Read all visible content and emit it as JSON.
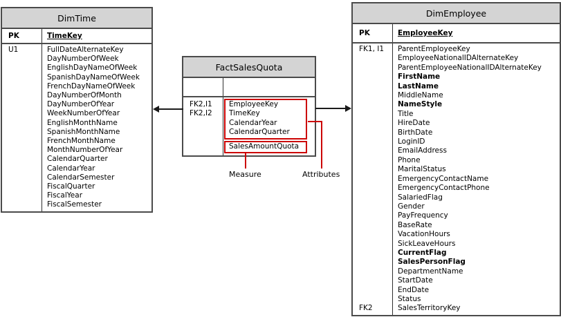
{
  "colors": {
    "accent_red": "#cc0000",
    "header_fill": "#d4d4d4",
    "table_border": "#4a4a4a",
    "arrow_black": "#1a1a1a"
  },
  "callouts": {
    "measure": "Measure",
    "attributes": "Attributes"
  },
  "tables": {
    "dim_time": {
      "title": "DimTime",
      "pk": {
        "tag": "PK",
        "column": "TimeKey"
      },
      "columns": [
        {
          "tag": "U1",
          "name": "FullDateAlternateKey"
        },
        {
          "tag": "",
          "name": "DayNumberOfWeek"
        },
        {
          "tag": "",
          "name": "EnglishDayNameOfWeek"
        },
        {
          "tag": "",
          "name": "SpanishDayNameOfWeek"
        },
        {
          "tag": "",
          "name": "FrenchDayNameOfWeek"
        },
        {
          "tag": "",
          "name": "DayNumberOfMonth"
        },
        {
          "tag": "",
          "name": "DayNumberOfYear"
        },
        {
          "tag": "",
          "name": "WeekNumberOfYear"
        },
        {
          "tag": "",
          "name": "EnglishMonthName"
        },
        {
          "tag": "",
          "name": "SpanishMonthName"
        },
        {
          "tag": "",
          "name": "FrenchMonthName"
        },
        {
          "tag": "",
          "name": "MonthNumberOfYear"
        },
        {
          "tag": "",
          "name": "CalendarQuarter"
        },
        {
          "tag": "",
          "name": "CalendarYear"
        },
        {
          "tag": "",
          "name": "CalendarSemester"
        },
        {
          "tag": "",
          "name": "FiscalQuarter"
        },
        {
          "tag": "",
          "name": "FiscalYear"
        },
        {
          "tag": "",
          "name": "FiscalSemester"
        }
      ]
    },
    "fact_sales_quota": {
      "title": "FactSalesQuota",
      "pk": {
        "tag": "",
        "column": ""
      },
      "attribute_columns": [
        {
          "tag": "FK2,I1",
          "name": "EmployeeKey"
        },
        {
          "tag": "FK2,I2",
          "name": "TimeKey"
        },
        {
          "tag": "",
          "name": "CalendarYear"
        },
        {
          "tag": "",
          "name": "CalendarQuarter"
        }
      ],
      "measure_columns": [
        {
          "tag": "",
          "name": "SalesAmountQuota"
        }
      ]
    },
    "dim_employee": {
      "title": "DimEmployee",
      "pk": {
        "tag": "PK",
        "column": "EmployeeKey"
      },
      "columns": [
        {
          "tag": "FK1, I1",
          "name": "ParentEmployeeKey"
        },
        {
          "tag": "",
          "name": "EmployeeNationalIDAlternateKey"
        },
        {
          "tag": "",
          "name": "ParentEmployeeNationalIDAlternateKey"
        },
        {
          "tag": "",
          "name": "FirstName",
          "bold": true
        },
        {
          "tag": "",
          "name": "LastName",
          "bold": true
        },
        {
          "tag": "",
          "name": "MiddleName"
        },
        {
          "tag": "",
          "name": "NameStyle",
          "bold": true
        },
        {
          "tag": "",
          "name": "Title"
        },
        {
          "tag": "",
          "name": "HireDate"
        },
        {
          "tag": "",
          "name": "BirthDate"
        },
        {
          "tag": "",
          "name": "LoginID"
        },
        {
          "tag": "",
          "name": "EmailAddress"
        },
        {
          "tag": "",
          "name": "Phone"
        },
        {
          "tag": "",
          "name": "MaritalStatus"
        },
        {
          "tag": "",
          "name": "EmergencyContactName"
        },
        {
          "tag": "",
          "name": "EmergencyContactPhone"
        },
        {
          "tag": "",
          "name": "SalariedFlag"
        },
        {
          "tag": "",
          "name": "Gender"
        },
        {
          "tag": "",
          "name": "PayFrequency"
        },
        {
          "tag": "",
          "name": "BaseRate"
        },
        {
          "tag": "",
          "name": "VacationHours"
        },
        {
          "tag": "",
          "name": "SickLeaveHours"
        },
        {
          "tag": "",
          "name": "CurrentFlag",
          "bold": true
        },
        {
          "tag": "",
          "name": "SalesPersonFlag",
          "bold": true
        },
        {
          "tag": "",
          "name": "DepartmentName"
        },
        {
          "tag": "",
          "name": "StartDate"
        },
        {
          "tag": "",
          "name": "EndDate"
        },
        {
          "tag": "",
          "name": "Status"
        },
        {
          "tag": "FK2",
          "name": "SalesTerritoryKey"
        }
      ]
    }
  }
}
